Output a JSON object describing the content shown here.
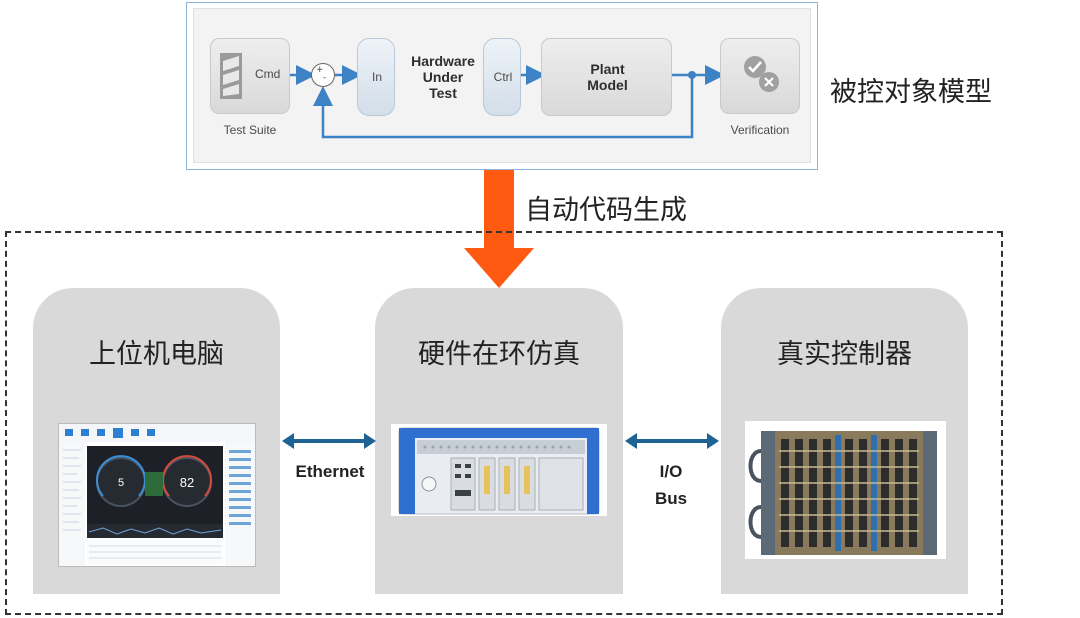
{
  "model": {
    "test_suite_label": "Test Suite",
    "cmd_label": "Cmd",
    "sum_plus": "+",
    "sum_minus": "-",
    "in_label": "In",
    "hut_label": "Hardware\nUnder\nTest",
    "ctrl_label": "Ctrl",
    "plant_label": "Plant\nModel",
    "verification_label": "Verification"
  },
  "side_label": "被控对象模型",
  "codegen_label": "自动代码生成",
  "cards": {
    "host_pc": {
      "title": "上位机电脑"
    },
    "hil": {
      "title": "硬件在环仿真"
    },
    "controller": {
      "title": "真实控制器"
    }
  },
  "links": {
    "ethernet": "Ethernet",
    "io_bus": "I/O\nBus"
  },
  "screen": {
    "speed_left": "5",
    "speed_right": "82"
  },
  "colors": {
    "accent_arrow": "#ff5a12",
    "link_arrow": "#1f6394",
    "card_bg": "#d9d9d9",
    "wire_blue": "#3c82c4"
  }
}
